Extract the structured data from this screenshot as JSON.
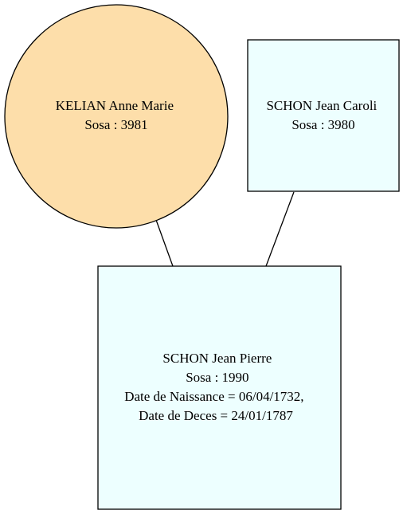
{
  "diagram": {
    "type": "family-tree",
    "colors": {
      "female_fill": "#FDDEAA",
      "male_fill": "#EDFFFF",
      "stroke": "#000000"
    },
    "nodes": {
      "mother": {
        "shape": "circle",
        "lines": [
          "KELIAN Anne Marie",
          "Sosa : 3981"
        ]
      },
      "father": {
        "shape": "box",
        "lines": [
          "SCHON Jean Caroli",
          "Sosa : 3980"
        ]
      },
      "child": {
        "shape": "box",
        "lines": [
          "SCHON Jean Pierre",
          "Sosa : 1990",
          "Date de Naissance = 06/04/1732,",
          "Date de Deces = 24/01/1787"
        ]
      }
    },
    "edges": [
      {
        "from": "mother",
        "to": "child"
      },
      {
        "from": "father",
        "to": "child"
      }
    ]
  }
}
